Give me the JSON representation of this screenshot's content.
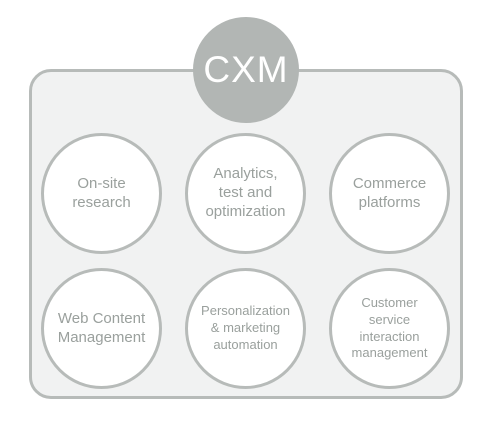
{
  "hub": {
    "label": "CXM"
  },
  "nodes": [
    {
      "label": "On-site\nresearch"
    },
    {
      "label": "Analytics,\ntest and\noptimization"
    },
    {
      "label": "Commerce\nplatforms"
    },
    {
      "label": "Web Content\nManagement"
    },
    {
      "label": "Personalization\n& marketing\nautomation"
    },
    {
      "label": "Customer\nservice\ninteraction\nmanagement"
    }
  ],
  "colors": {
    "hub_fill": "#b2b6b4",
    "outline": "#b7bbb9",
    "panel_fill": "#f1f2f2",
    "text": "#9aa09d"
  }
}
